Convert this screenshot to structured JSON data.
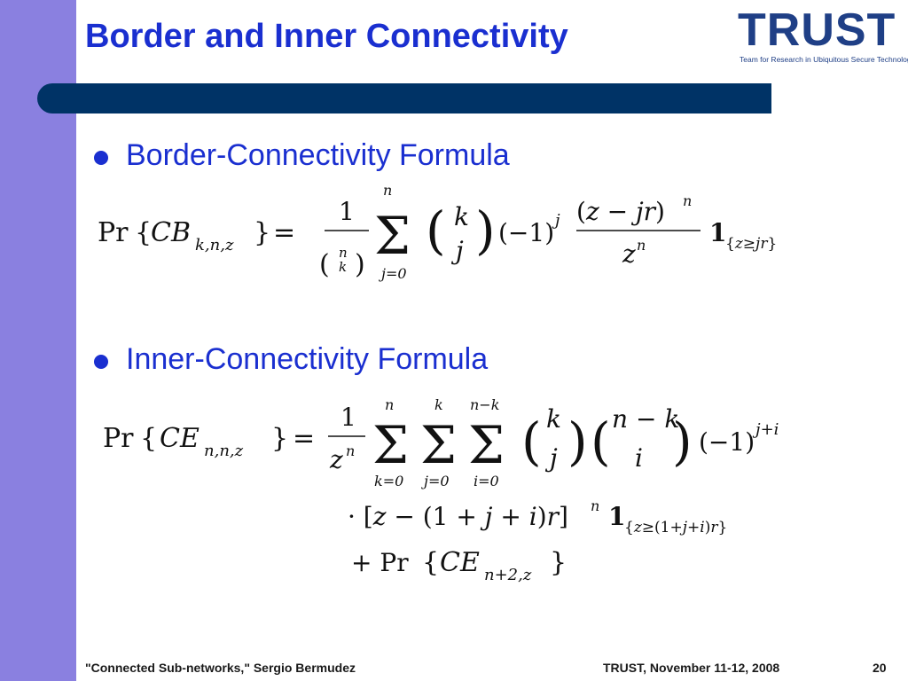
{
  "slide": {
    "title": "Border and Inner Connectivity",
    "logo": {
      "text": "TRUST",
      "tagline": "Team for Research in Ubiquitous Secure Technology"
    },
    "bullets": [
      "Border-Connectivity Formula",
      "Inner-Connectivity Formula"
    ],
    "footer": {
      "left": "\"Connected Sub-networks,\" Sergio Bermudez",
      "center": "TRUST, November 11-12, 2008",
      "page": "20"
    },
    "colors": {
      "title": "#1a2fd0",
      "band": "#8a80e0",
      "bar": "#003366",
      "logo": "#1f3f86"
    }
  }
}
